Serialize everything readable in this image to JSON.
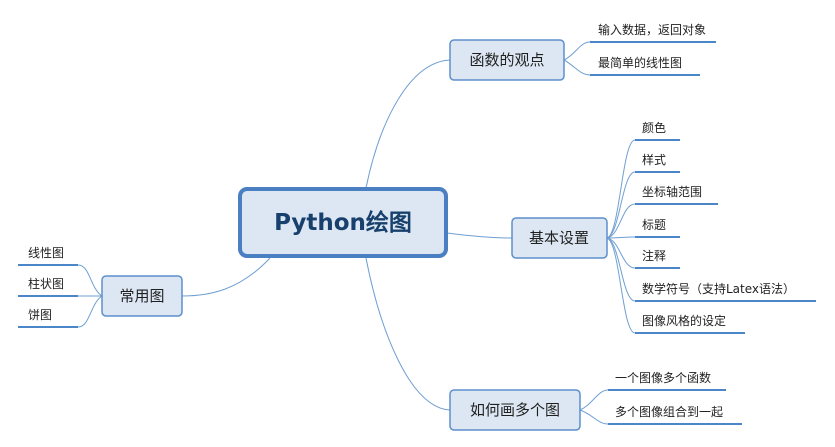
{
  "central_topic": "Python绘图",
  "branches": {
    "viewpoint": {
      "label": "函数的观点",
      "items": [
        "输入数据，返回对象",
        "最简单的线性图"
      ]
    },
    "basic_settings": {
      "label": "基本设置",
      "items": [
        "颜色",
        "样式",
        "坐标轴范围",
        "标题",
        "注释",
        "数学符号（支持Latex语法）",
        "图像风格的设定"
      ]
    },
    "multiple_plots": {
      "label": "如何画多个图",
      "items": [
        "一个图像多个函数",
        "多个图像组合到一起"
      ]
    },
    "common_charts": {
      "label": "常用图",
      "items": [
        "线性图",
        "柱状图",
        "饼图"
      ]
    }
  }
}
